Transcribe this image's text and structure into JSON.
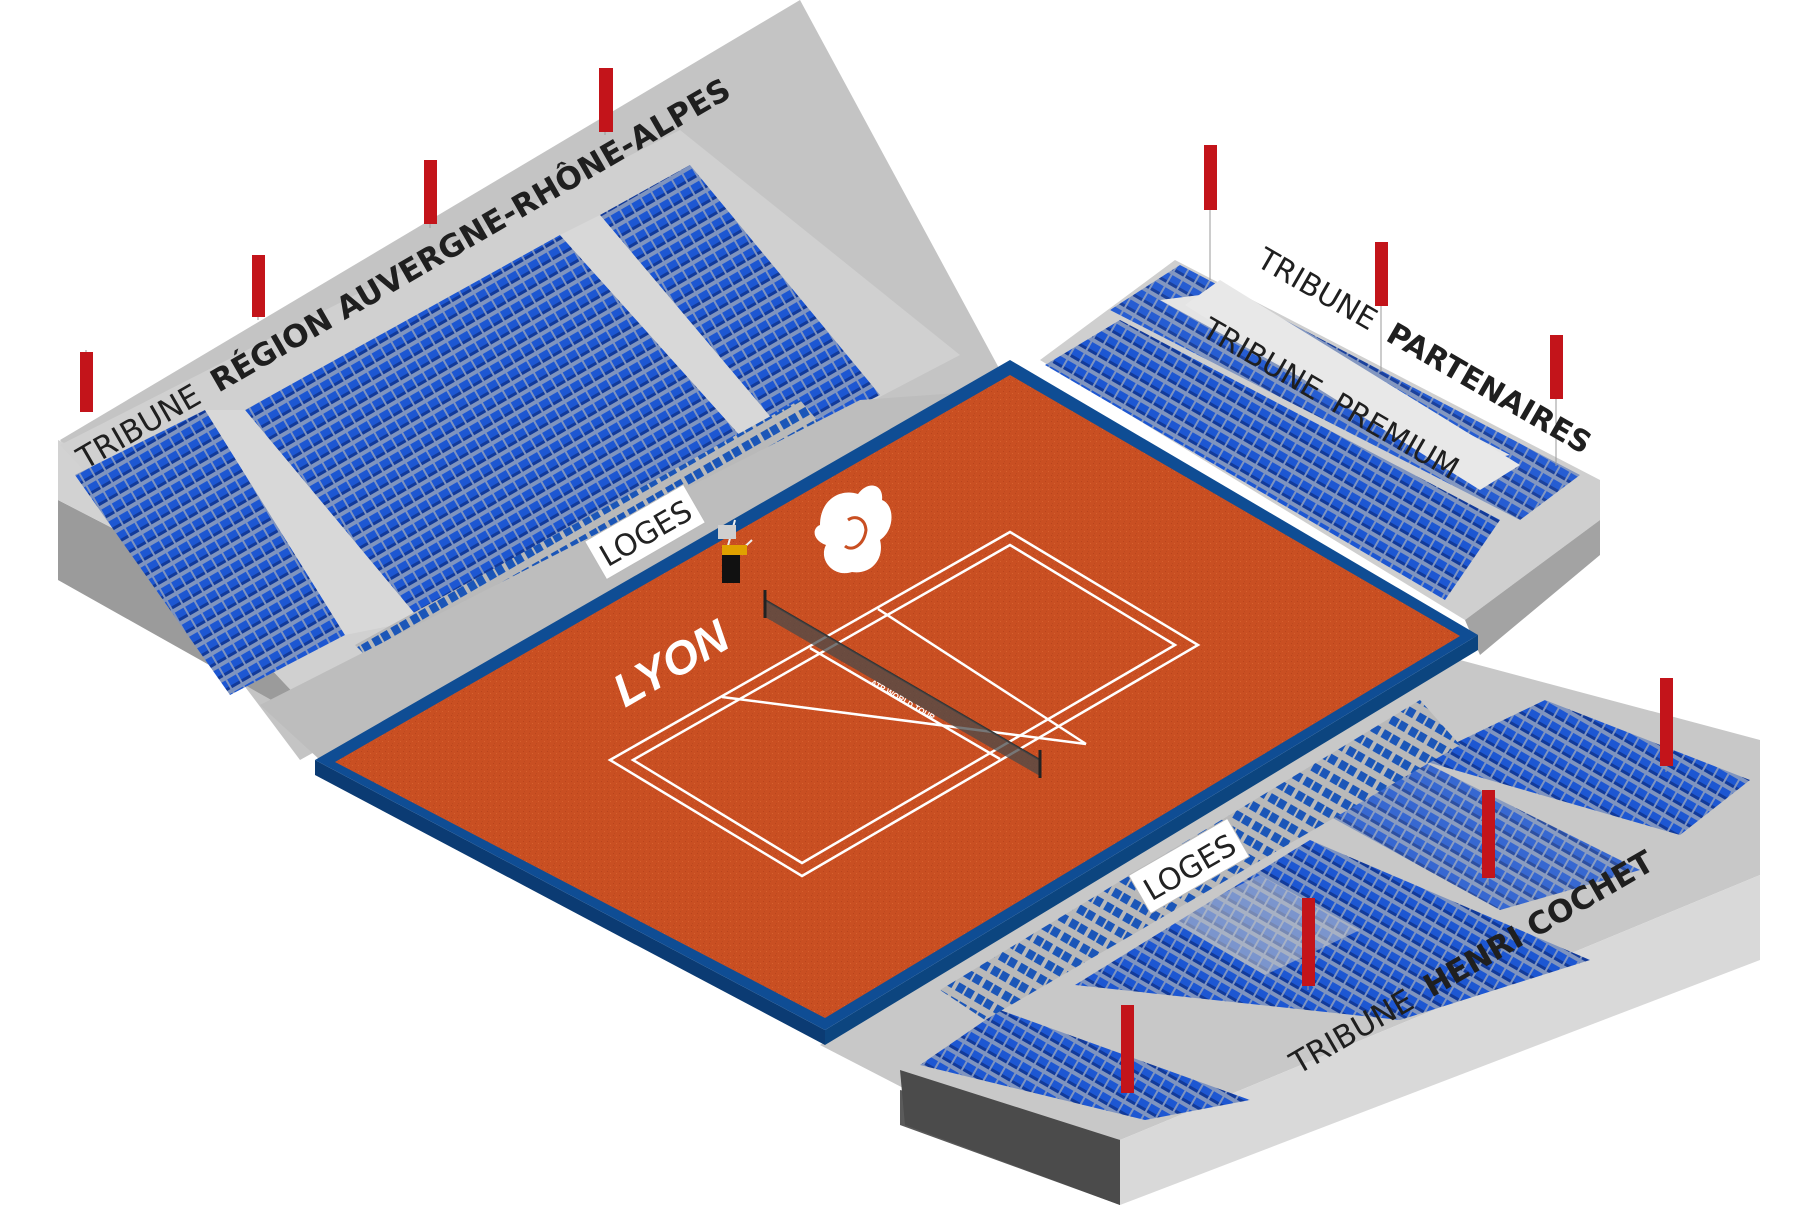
{
  "labels": {
    "tribune_region": {
      "prefix": "TRIBUNE",
      "name": "RÉGION AUVERGNE-RHÔNE-ALPES"
    },
    "tribune_partenaires": {
      "prefix": "TRIBUNE",
      "name": "PARTENAIRES"
    },
    "tribune_premium": {
      "prefix": "TRIBUNE",
      "name": "PREMIUM"
    },
    "tribune_henri": {
      "prefix": "TRIBUNE",
      "name": "HENRI COCHET"
    },
    "loges_left": "LOGES",
    "loges_right": "LOGES",
    "court_city": "LYON",
    "net_banner": "ATP WORLD TOUR"
  },
  "colors": {
    "clay": "#c94f22",
    "court_border": "#0f4d94",
    "seat": "#1d57d2",
    "seat_dark": "#123a99",
    "concrete": "#c9c9c9",
    "concrete_dark": "#8f8f8f",
    "flag": "#c3141a",
    "line": "#ffffff"
  },
  "icons": {
    "logo": "lion-head-icon",
    "chair": "umpire-chair-icon",
    "flag": "flag-icon"
  }
}
